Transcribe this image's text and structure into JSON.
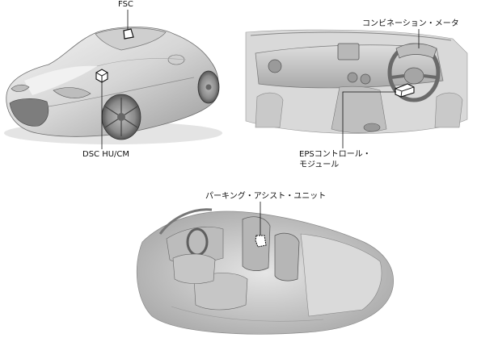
{
  "labels": {
    "fsc": "FSC",
    "dsc": "DSC HU/CM",
    "meter": "コンビネーション・メータ",
    "eps_line1": "EPSコントロール・",
    "eps_line2": "モジュール",
    "parking": "パーキング・アシスト・ユニット"
  },
  "colors": {
    "line": "#111111",
    "body_light": "#e9e9e9",
    "body_mid": "#c9c9c9",
    "body_dark": "#8d8d8d",
    "highlight": "#f7f7f7"
  }
}
